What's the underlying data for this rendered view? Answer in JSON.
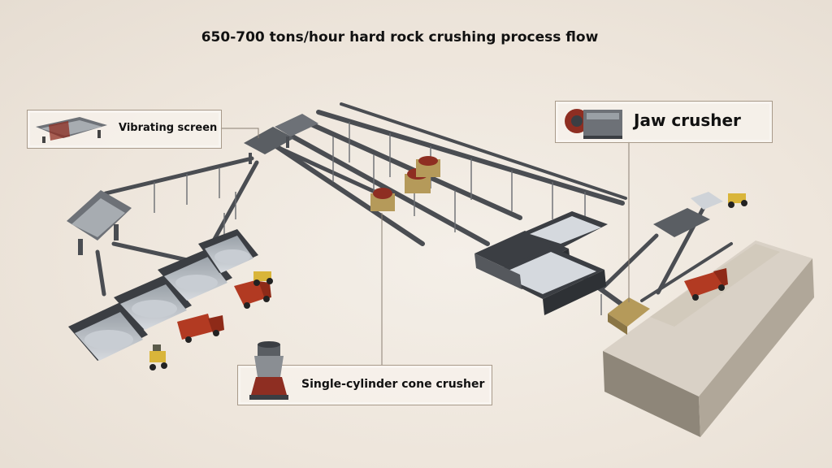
{
  "title": "650-700 tons/hour hard rock crushing process flow",
  "labels": {
    "vibrating_screen": "Vibrating screen",
    "jaw_crusher": "Jaw crusher",
    "cone_crusher": "Single-cylinder cone crusher"
  },
  "icons": {
    "vibrating_screen": "vibrating-screen-icon",
    "jaw_crusher": "jaw-crusher-icon",
    "cone_crusher": "cone-crusher-icon"
  },
  "colors": {
    "background": "#efe8df",
    "steel": "#4a4d52",
    "concrete": "#cfc6b9",
    "truck": "#b23a22",
    "loader": "#d9b53a",
    "stone": "#c8cdd3",
    "callout_border": "#a89a8a"
  }
}
